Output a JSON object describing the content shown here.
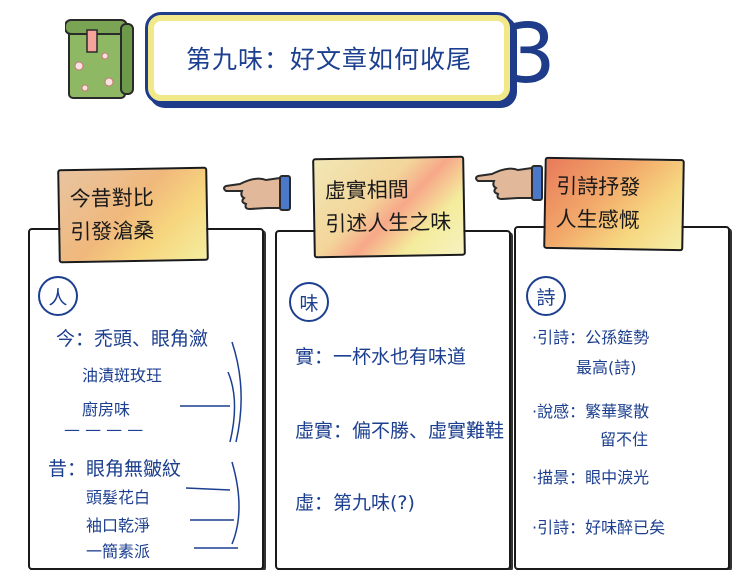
{
  "title": {
    "text": "第九味：好文章如何收尾",
    "number": "3"
  },
  "cards": [
    {
      "header": [
        "今昔對比",
        "引發滄桑"
      ],
      "tag": "人",
      "items": [
        "今：禿頭、眼角瀲",
        "油漬斑玫玨",
        "廚房味",
        "— — — —",
        "昔：眼角無皺紋",
        "頭髮花白",
        "袖口乾淨",
        "一簡素派"
      ]
    },
    {
      "header": [
        "虛實相間",
        "引述人生之味"
      ],
      "tag": "味",
      "items": [
        "實：一杯水也有味道",
        "虛實：偏不勝、虛實難鞋",
        "虛：第九味(?)"
      ]
    },
    {
      "header": [
        "引詩抒發",
        "人生感慨"
      ],
      "tag": "詩",
      "items": [
        "·引詩：公孫筵勢",
        "最高(詩)",
        "·說感：繁華聚散",
        "留不住",
        "·描景：眼中淚光",
        "·引詩：好味醉已矣"
      ]
    }
  ],
  "colors": {
    "ink_blue": "#1c3f8f",
    "banner_border": "#1f3c8a",
    "banner_glow": "#f1e88a",
    "scroll_green": "#8fb865",
    "hand_skin": "#e2b89a",
    "cuff_blue": "#4b78c8"
  },
  "icons": [
    "scroll-icon",
    "pointing-hand-icon"
  ]
}
